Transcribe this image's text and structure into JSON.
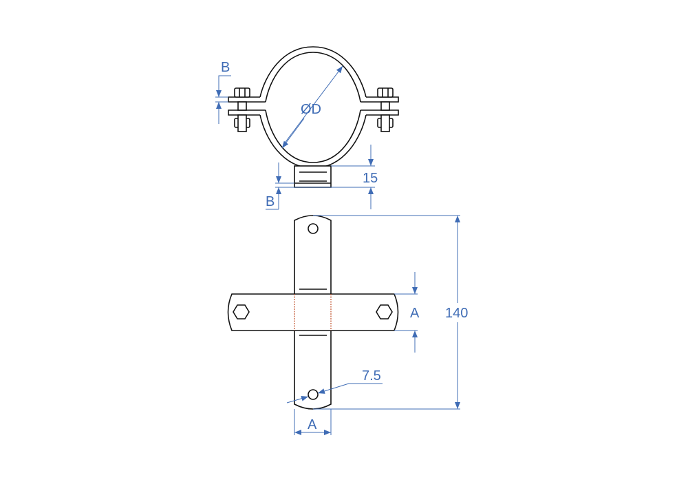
{
  "drawing": {
    "top_view": {
      "diameter_label": "ØD",
      "flange_gap_label": "B",
      "base_gap_label": "B",
      "base_height_label": "15"
    },
    "bottom_view": {
      "strap_width_label_side": "A",
      "strap_width_label_bottom": "A",
      "length_label": "140",
      "hole_label": "7.5"
    },
    "colors": {
      "dimension": "#3f6cb5",
      "outline": "#111111",
      "hidden": "#c0502a"
    }
  }
}
